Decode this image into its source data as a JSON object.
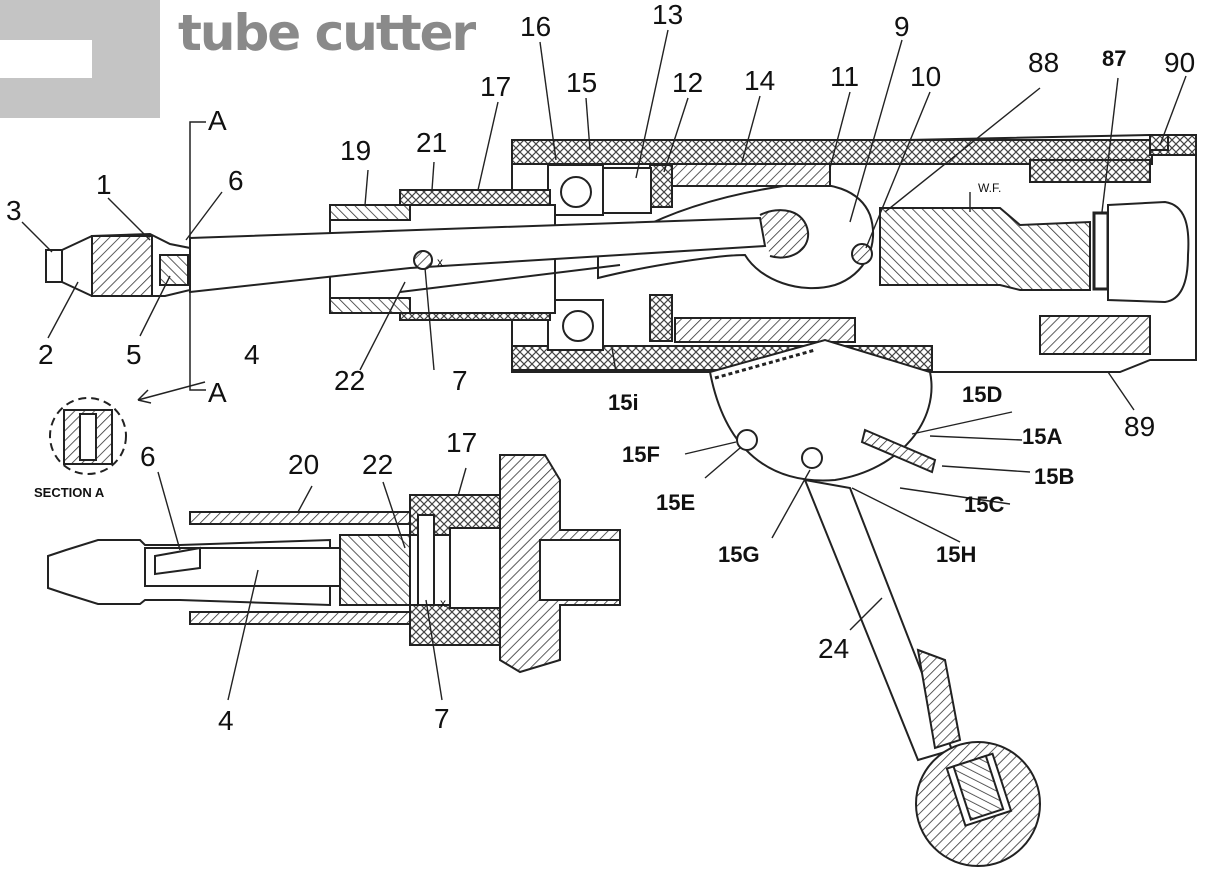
{
  "title": "tube cutter",
  "section_view_label": "SECTION A",
  "section_marker": "A",
  "wf_label": "W.F.",
  "x_mark": "x",
  "callouts": [
    "3",
    "1",
    "6",
    "2",
    "5",
    "4",
    "22",
    "7",
    "19",
    "21",
    "17",
    "16",
    "15",
    "13",
    "12",
    "14",
    "11",
    "9",
    "10",
    "88",
    "87",
    "90",
    "89",
    "15D",
    "15A",
    "15B",
    "15C",
    "15H",
    "15G",
    "15E",
    "15F",
    "15i",
    "24",
    "20",
    "22",
    "17",
    "6",
    "4",
    "7"
  ]
}
